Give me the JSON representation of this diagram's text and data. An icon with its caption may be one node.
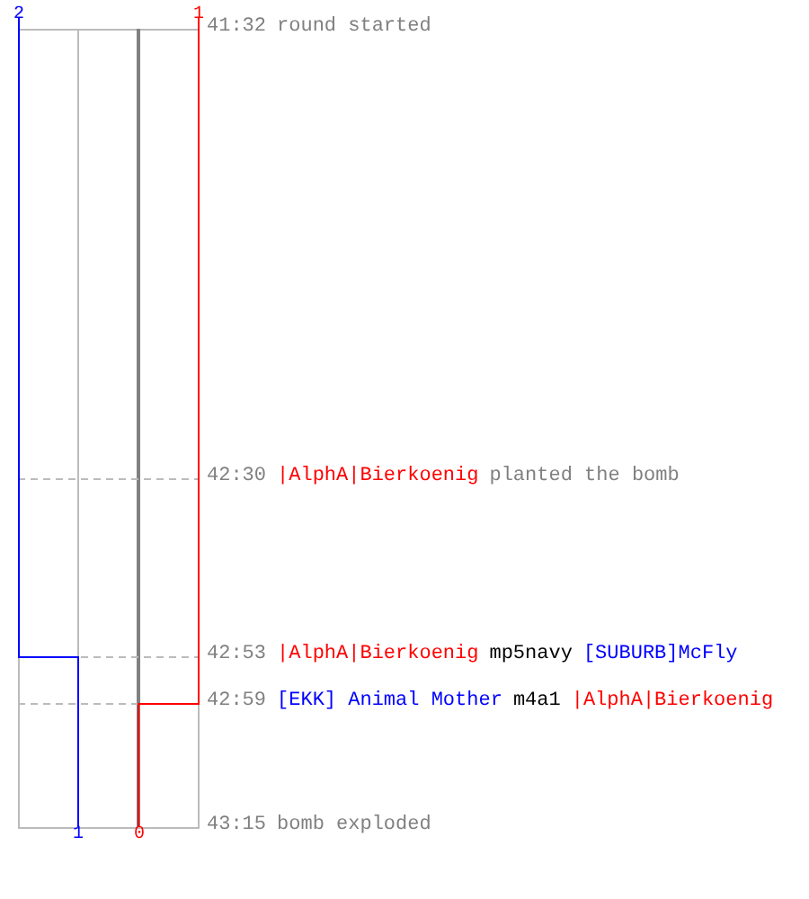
{
  "diagram": {
    "labels": [
      "2",
      "1",
      "41:32",
      "round started",
      "42:30",
      "|AlphA|Bierkoenig",
      "planted the bomb",
      "42:53",
      "|AlphA|Bierkoenig",
      "mp5navy",
      "[SUBURB]McFly",
      "42:59",
      "[EKK] Animal Mother",
      "m4a1",
      "|AlphA|Bierkoenig",
      "43:15",
      "bomb exploded",
      "1",
      "0"
    ]
  }
}
